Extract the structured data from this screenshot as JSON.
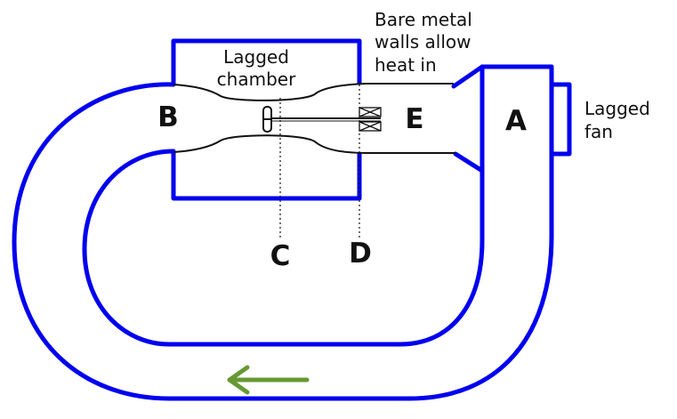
{
  "colors": {
    "duct": "#0000ee",
    "line": "#111111",
    "arrow": "#669933",
    "background": "#ffffff"
  },
  "labels": {
    "lagged_chamber": [
      "Lagged",
      "chamber"
    ],
    "bare_walls": [
      "Bare metal",
      "walls allow",
      "heat in"
    ],
    "lagged_fan": [
      "Lagged",
      "fan"
    ],
    "A": "A",
    "B": "B",
    "C": "C",
    "D": "D",
    "E": "E"
  },
  "arrow": {
    "direction": "left"
  }
}
